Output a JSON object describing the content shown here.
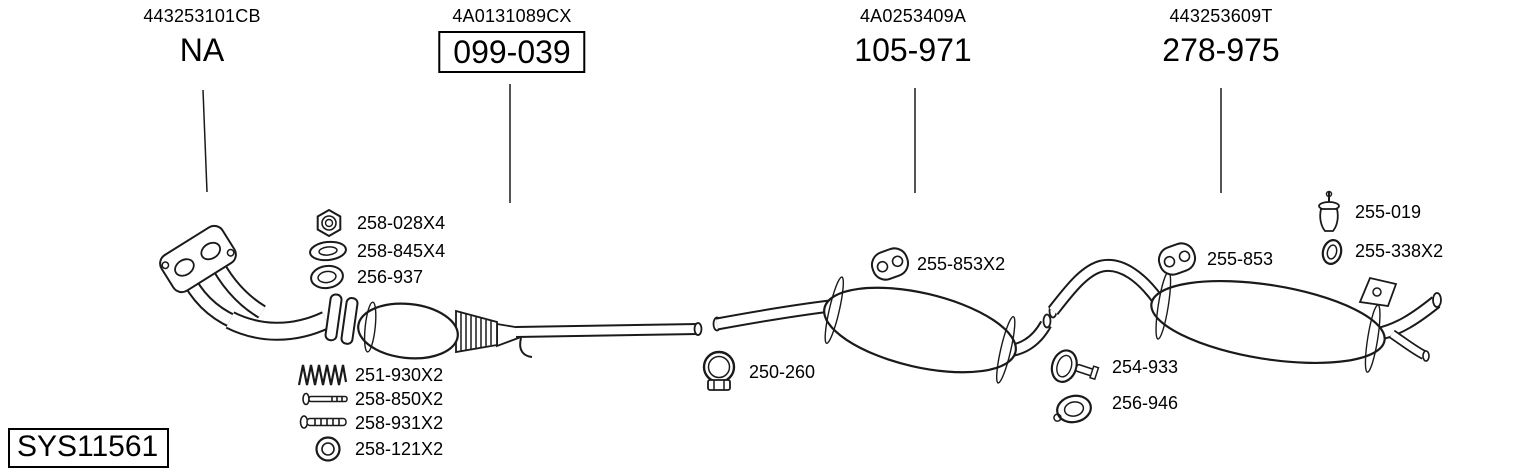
{
  "title_block": {
    "system_id": "SYS11561"
  },
  "sections": [
    {
      "oem": "443253101CB",
      "part": "NA"
    },
    {
      "oem": "4A0131089CX",
      "part": "099-039"
    },
    {
      "oem": "4A0253409A",
      "part": "105-971"
    },
    {
      "oem": "443253609T",
      "part": "278-975"
    }
  ],
  "callouts": [
    {
      "label": "258-028X4",
      "icon": "hex-nut-icon"
    },
    {
      "label": "258-845X4",
      "icon": "washer-icon"
    },
    {
      "label": "256-937",
      "icon": "gasket-icon"
    },
    {
      "label": "251-930X2",
      "icon": "spring-icon"
    },
    {
      "label": "258-850X2",
      "icon": "bolt-icon"
    },
    {
      "label": "258-931X2",
      "icon": "stud-bolt-icon"
    },
    {
      "label": "258-121X2",
      "icon": "ring-icon"
    },
    {
      "label": "250-260",
      "icon": "clamp-icon"
    },
    {
      "label": "255-853X2",
      "icon": "rubber-hanger-icon"
    },
    {
      "label": "254-933",
      "icon": "band-clamp-icon"
    },
    {
      "label": "256-946",
      "icon": "ring-hanger-icon"
    },
    {
      "label": "255-853",
      "icon": "rubber-hanger-icon"
    },
    {
      "label": "255-019",
      "icon": "rubber-mount-icon"
    },
    {
      "label": "255-338X2",
      "icon": "seal-ring-icon"
    }
  ],
  "colors": {
    "line": "#1a1a1a",
    "background": "#ffffff",
    "text": "#000000"
  }
}
